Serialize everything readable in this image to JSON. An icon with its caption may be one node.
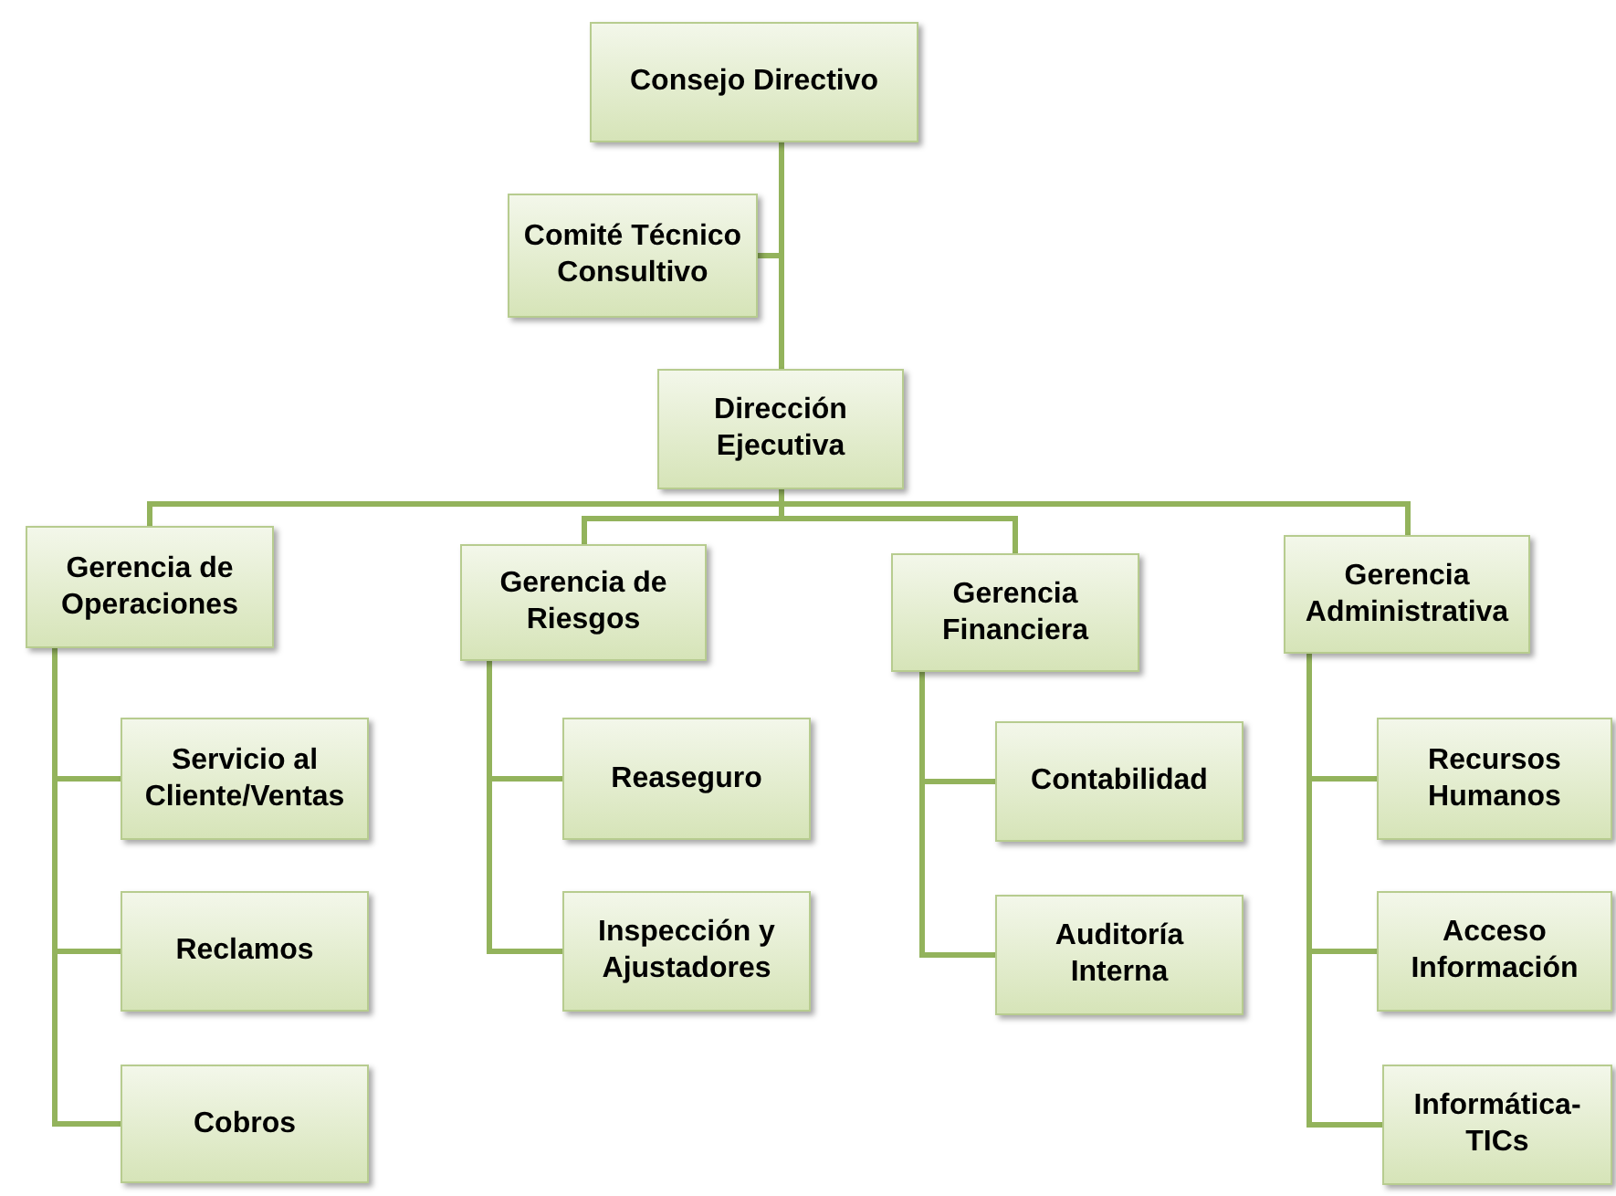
{
  "diagram": {
    "nodes": [
      {
        "text": [
          "Consejo Directivo"
        ]
      },
      {
        "text": [
          "Comité Técnico Consultivo"
        ]
      },
      {
        "text": [
          "Dirección Ejecutiva"
        ]
      },
      {
        "text": [
          "Gerencia de Operaciones"
        ]
      },
      {
        "text": [
          "Gerencia de Riesgos"
        ]
      },
      {
        "text": [
          "Gerencia Financiera"
        ]
      },
      {
        "text": [
          "Gerencia Administrativa"
        ]
      },
      {
        "text": [
          "Servicio al Cliente/Ventas"
        ]
      },
      {
        "text": [
          "Reclamos"
        ]
      },
      {
        "text": [
          "Cobros"
        ]
      },
      {
        "text": [
          "Reaseguro"
        ]
      },
      {
        "text": [
          "Inspección y Ajustadores"
        ]
      },
      {
        "text": [
          "Contabilidad"
        ]
      },
      {
        "text": [
          "Auditoría Interna"
        ]
      },
      {
        "text": [
          "Recursos Humanos"
        ]
      },
      {
        "text": [
          "Acceso Información"
        ]
      },
      {
        "text": [
          "Informática-TICs"
        ]
      }
    ],
    "edges": [
      {
        "from": 0,
        "to": 1,
        "arrow": "none"
      },
      {
        "from": 0,
        "to": 2,
        "arrow": "none"
      },
      {
        "from": 2,
        "to": 3,
        "arrow": "none"
      },
      {
        "from": 2,
        "to": 4,
        "arrow": "none"
      },
      {
        "from": 2,
        "to": 5,
        "arrow": "none"
      },
      {
        "from": 2,
        "to": 6,
        "arrow": "none"
      },
      {
        "from": 3,
        "to": 7,
        "arrow": "none"
      },
      {
        "from": 3,
        "to": 8,
        "arrow": "none"
      },
      {
        "from": 3,
        "to": 9,
        "arrow": "none"
      },
      {
        "from": 4,
        "to": 10,
        "arrow": "none"
      },
      {
        "from": 4,
        "to": 11,
        "arrow": "none"
      },
      {
        "from": 5,
        "to": 12,
        "arrow": "none"
      },
      {
        "from": 5,
        "to": 13,
        "arrow": "none"
      },
      {
        "from": 6,
        "to": 14,
        "arrow": "none"
      },
      {
        "from": 6,
        "to": 15,
        "arrow": "none"
      },
      {
        "from": 6,
        "to": 16,
        "arrow": "none"
      }
    ]
  }
}
